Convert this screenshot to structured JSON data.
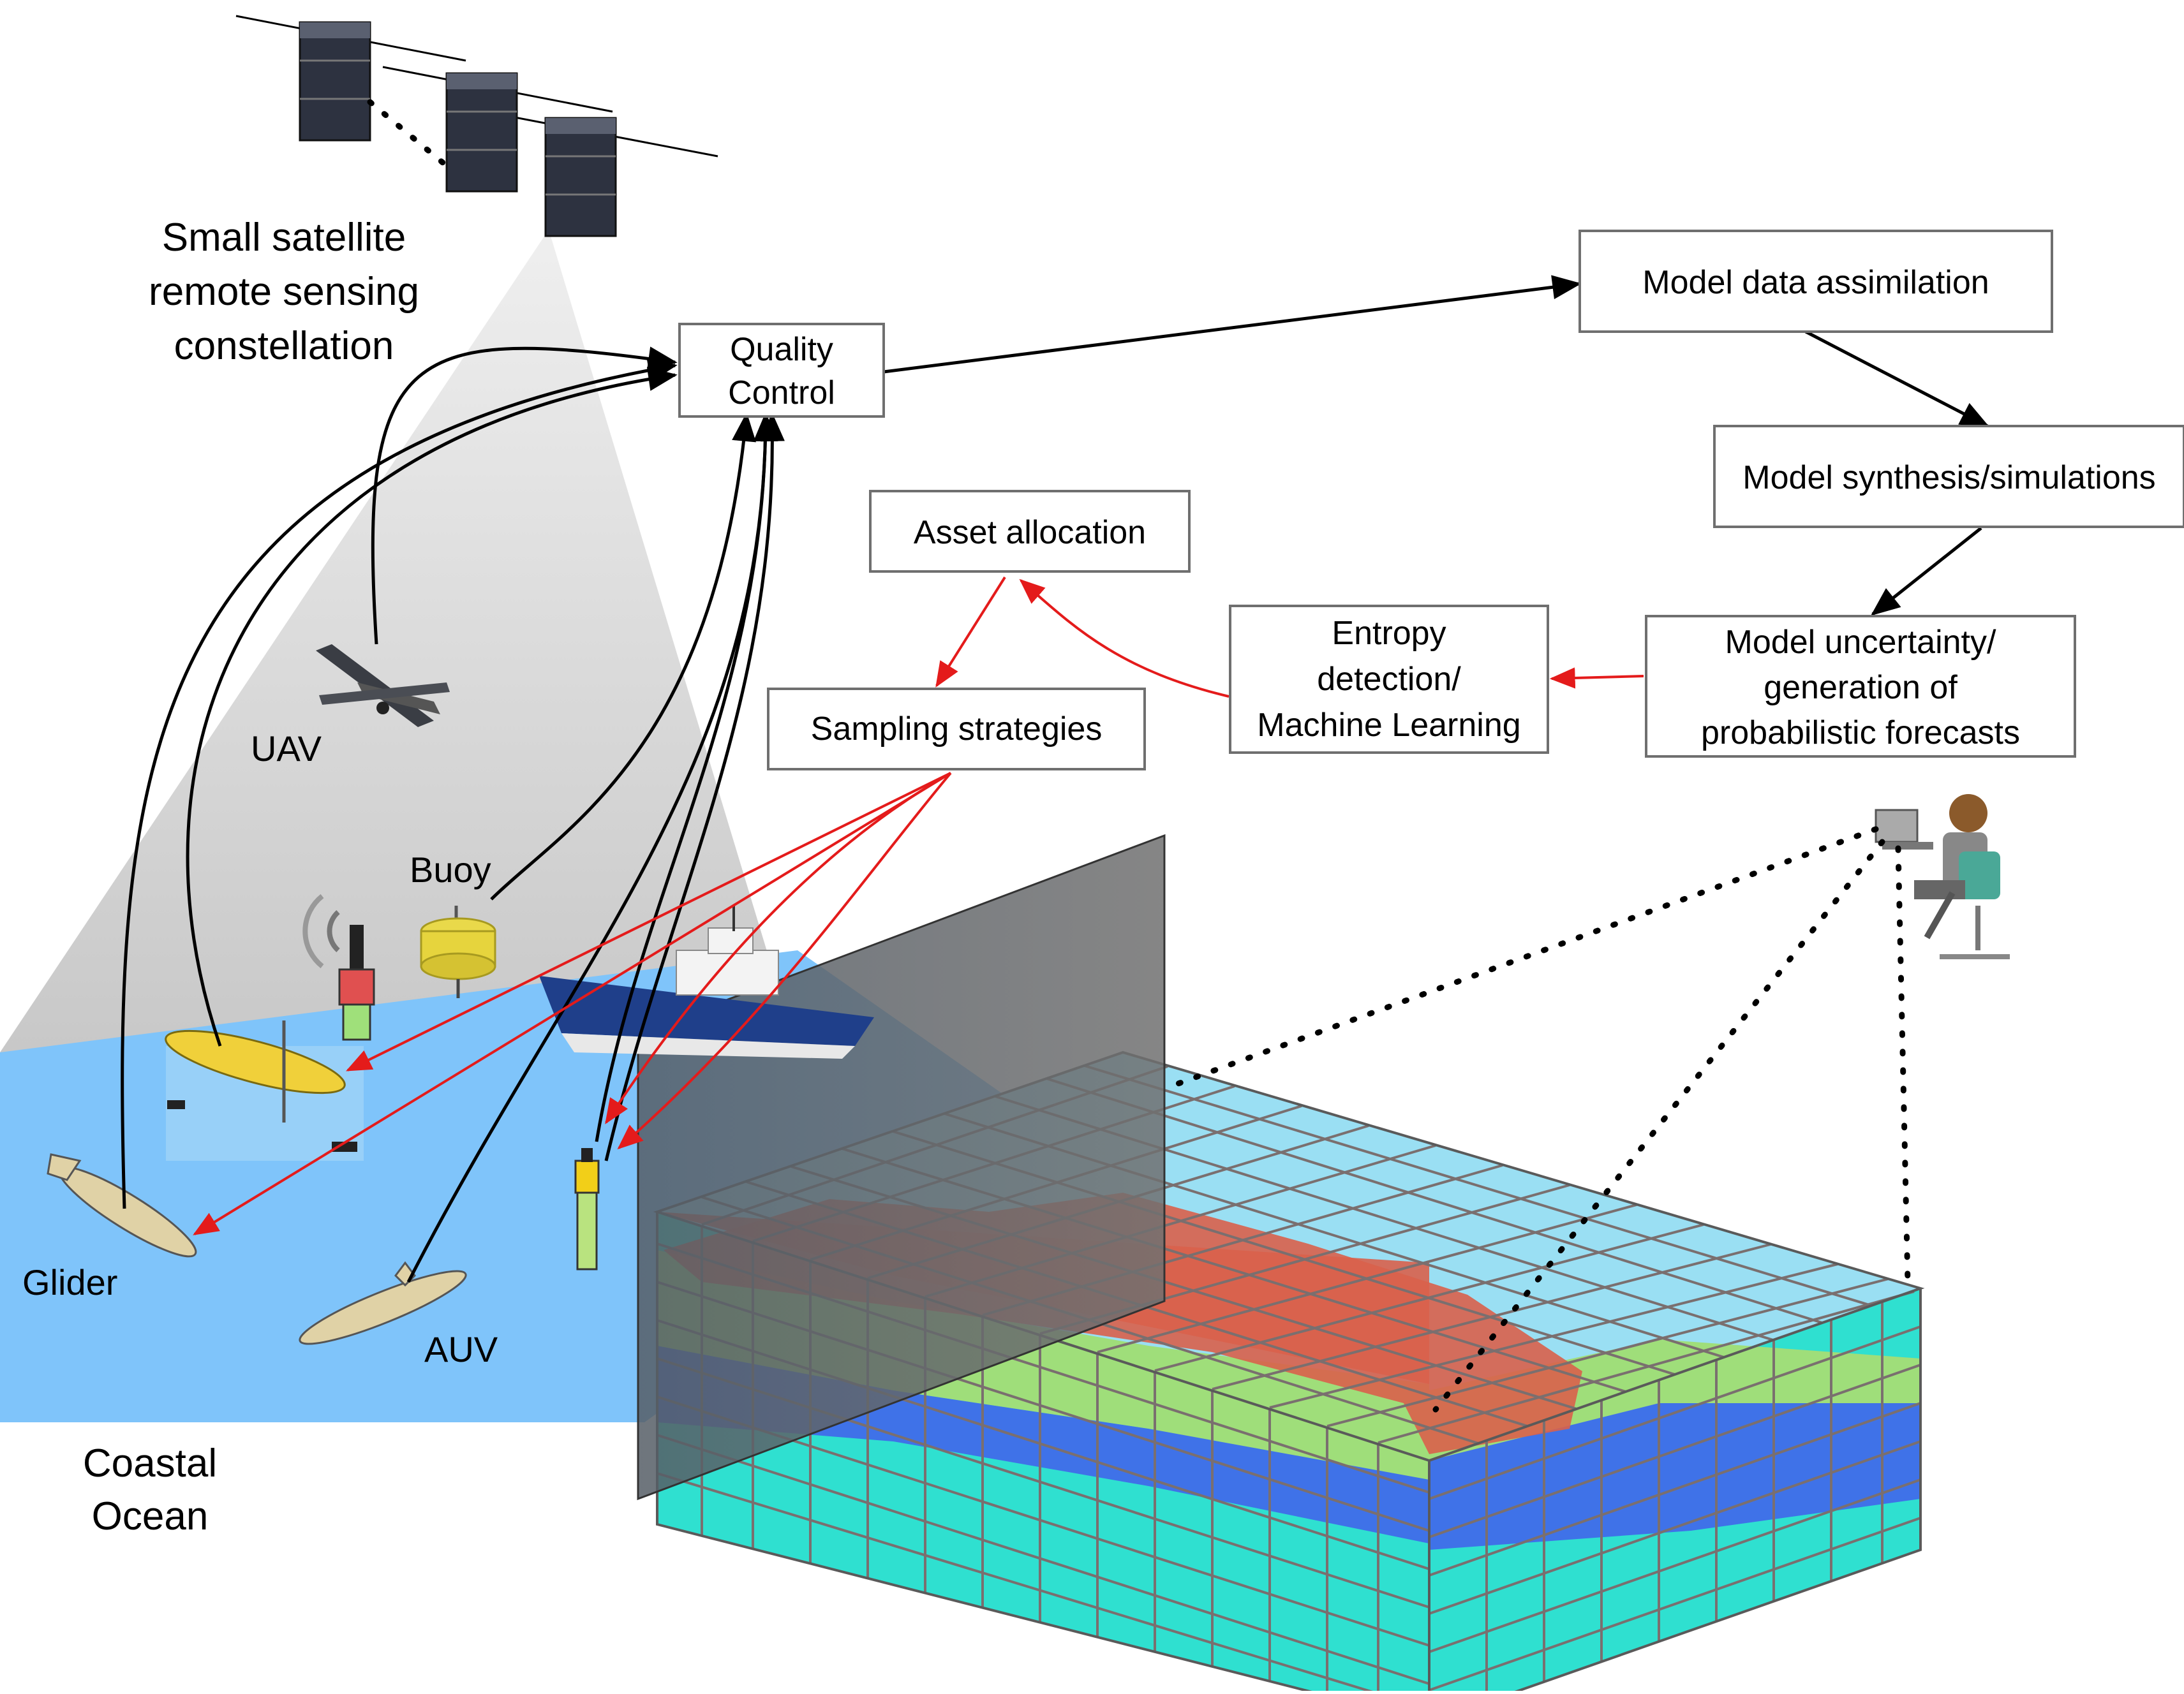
{
  "labels": {
    "satellite": [
      "Small satellite",
      "remote sensing",
      "constellation"
    ],
    "uav": "UAV",
    "buoy": "Buoy",
    "glider": "Glider",
    "auv": "AUV",
    "coastal": [
      "Coastal",
      "Ocean"
    ]
  },
  "boxes": {
    "quality_control": [
      "Quality",
      "Control"
    ],
    "model_data_assimilation": [
      "Model data assimilation"
    ],
    "model_synthesis": [
      "Model synthesis/simulations"
    ],
    "model_uncertainty": [
      "Model uncertainty/",
      "generation of",
      "probabilistic forecasts"
    ],
    "entropy_detection": [
      "Entropy",
      "detection/",
      "Machine Learning"
    ],
    "asset_allocation": [
      "Asset allocation"
    ],
    "sampling_strategies": [
      "Sampling strategies"
    ]
  },
  "colors": {
    "ocean": "#7fc4fa",
    "data_flow": "#000000",
    "feedback_flow": "#e41b1b",
    "layer_red": "#d9604b",
    "layer_green": "#9fde7a",
    "layer_blue": "#3f72e8",
    "layer_teal": "#2fe0d0"
  }
}
